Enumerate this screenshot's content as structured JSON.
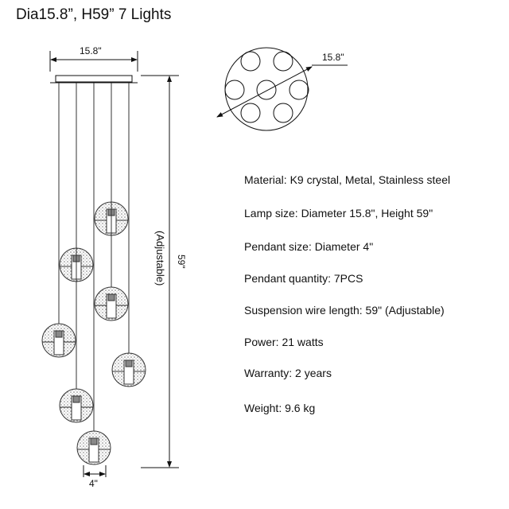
{
  "title": "Dia15.8”, H59”  7 Lights",
  "dimensions": {
    "front_width": "15.8\"",
    "top_diameter": "15.8\"",
    "height": "59\"",
    "adjustable": "(Adjustable)",
    "pendant_width": "4\""
  },
  "specs": [
    "Material: K9 crystal, Metal, Stainless steel",
    "Lamp size: Diameter  15.8\", Height 59\"",
    "Pendant size: Diameter   4\"",
    "Pendant quantity: 7PCS",
    "Suspension wire length:    59\" (Adjustable)",
    "Power: 21 watts",
    "Warranty: 2 years",
    "Weight: 9.6 kg"
  ]
}
